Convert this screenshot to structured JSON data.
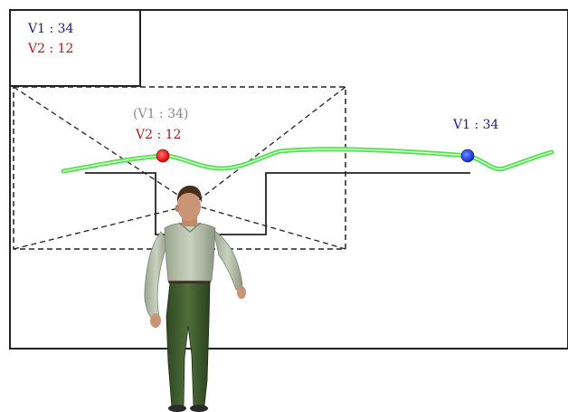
{
  "inset_readout": {
    "v1_text": "V1 : 34",
    "v2_text": "V2 : 12"
  },
  "red_marker": {
    "v1_text": "(V1 : 34)",
    "v2_text": "V2 : 12"
  },
  "blue_marker": {
    "v1_text": "V1 : 34"
  },
  "colors": {
    "v1": "#1a1a8c",
    "v2": "#b01818",
    "v1_muted": "#8a8a8a",
    "trace": "#55e055",
    "red_marker": "#ee1111",
    "blue_marker": "#1133dd"
  },
  "figure": "person-viewer"
}
